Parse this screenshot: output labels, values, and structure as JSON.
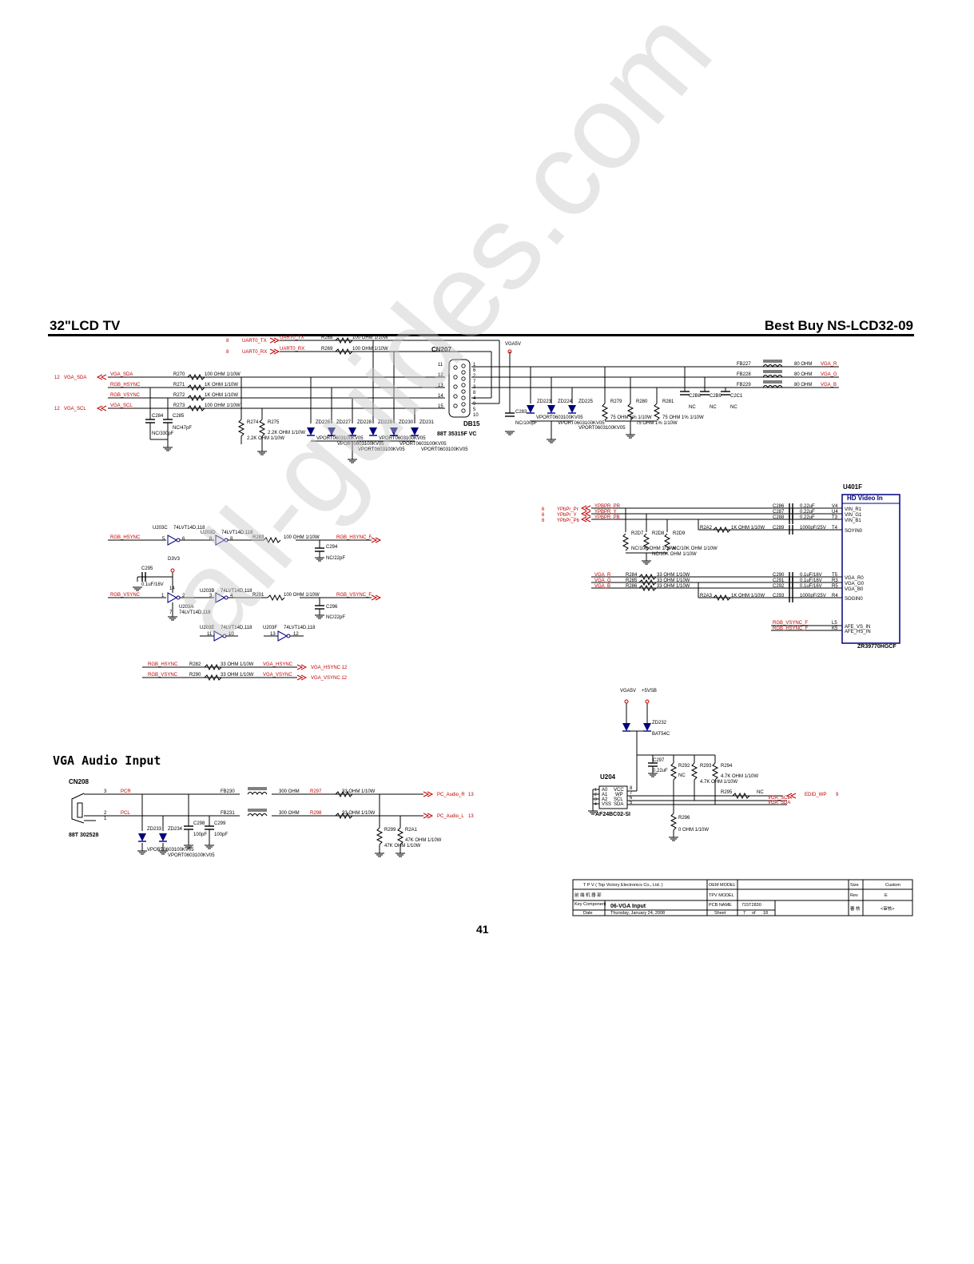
{
  "header": {
    "left_title": "32\"LCD TV",
    "right_title": "Best Buy NS-LCD32-09"
  },
  "sections": {
    "vga_audio": "VGA Audio Input"
  },
  "page_number": "41",
  "watermark": "all-guides.com",
  "colors": {
    "wire": "#000000",
    "net_label": "#c00000",
    "sheet_ref": "#c00000"
  },
  "top_block": {
    "uart_tx": {
      "ref": "8",
      "net": "UART0_TX",
      "res": "R268",
      "val": "100 OHM 1/10W"
    },
    "uart_rx": {
      "ref": "8",
      "net": "UART0_RX",
      "res": "R269",
      "val": "100 OHM 1/10W"
    },
    "vga5v": "VGA5V",
    "connector": "CN207",
    "connector_part": "DB15",
    "connector_code": "88T 35315F VC",
    "pins_left": [
      "11",
      "12",
      "13",
      "14",
      "15"
    ],
    "pins_right": [
      "1",
      "6",
      "2",
      "7",
      "3",
      "8",
      "4",
      "9",
      "5",
      "10"
    ],
    "inputs": [
      {
        "ref": "12",
        "net": "VGA_SDA",
        "res": "R270",
        "val": "100 OHM 1/10W",
        "label": "VGA_SDA"
      },
      {
        "ref": "",
        "net": "RGB_HSYNC",
        "res": "R271",
        "val": "1K OHM 1/10W",
        "label": "RGB_HSYNC"
      },
      {
        "ref": "",
        "net": "RGB_VSYNC",
        "res": "R272",
        "val": "1K OHM 1/10W",
        "label": "RGB_VSYNC"
      },
      {
        "ref": "12",
        "net": "VGA_SCL",
        "res": "R273",
        "val": "100 OHM 1/10W",
        "label": "VGA_SCL"
      }
    ],
    "caps_left": [
      {
        "ref": "C284",
        "val": "NC/330pF"
      },
      {
        "ref": "C285",
        "val": "NC/47pF"
      }
    ],
    "r274": {
      "ref": "R274",
      "val": "2.2K OHM 1/10W"
    },
    "r275": {
      "ref": "R275",
      "val": "2.2K OHM 1/10W"
    },
    "zeners": [
      "ZD226",
      "ZD227",
      "ZD228",
      "ZD229",
      "ZD230",
      "ZD231"
    ],
    "zener_part": "VPORT0603100KV05",
    "right_zeners": [
      "ZD223",
      "ZD224",
      "ZD225"
    ],
    "c283": {
      "ref": "C283",
      "val": "NC/100pF"
    },
    "term_res": [
      {
        "ref": "R279",
        "val": "75 OHM 1% 1/10W"
      },
      {
        "ref": "R280",
        "val": "75 OHM 1% 1/10W"
      },
      {
        "ref": "R281",
        "val": "75 OHM 1% 1/10W"
      }
    ],
    "nc_caps": [
      {
        "ref": "C2B8",
        "val": "NC"
      },
      {
        "ref": "C2B9",
        "val": "NC"
      },
      {
        "ref": "C2C1",
        "val": "NC"
      }
    ],
    "ferrites": [
      {
        "ref": "FB227",
        "val": "80 OHM",
        "net": "VGA_R"
      },
      {
        "ref": "FB228",
        "val": "80 OHM",
        "net": "VGA_G"
      },
      {
        "ref": "FB229",
        "val": "80 OHM",
        "net": "VGA_B"
      }
    ]
  },
  "buffers": {
    "u203c": {
      "ref": "U203C",
      "part": "74LVT14D,118",
      "pin_in": "5",
      "pin_out": "6",
      "input_net": "RGB_HSYNC"
    },
    "u203d": {
      "ref": "U203D",
      "part": "74LVT14D,118",
      "pin_in": "9",
      "pin_out": "8"
    },
    "r283": {
      "ref": "R283",
      "val": "100 OHM 1/10W",
      "output_net": "RGB_HSYNC_F"
    },
    "c294": {
      "ref": "C294",
      "val": "NC/22pF"
    },
    "d3v3": "D3V3",
    "c295": {
      "ref": "C295",
      "val": "0.1uF/16V"
    },
    "u203a": {
      "ref": "U203A",
      "part": "74LVT14D,118",
      "pin_in": "1",
      "pin_out": "2",
      "vcc_pin": "14",
      "gnd_pin": "7",
      "input_net": "RGB_VSYNC"
    },
    "u203b": {
      "ref": "U203B",
      "part": "74LVT14D,118",
      "pin_in": "3",
      "pin_out": "4"
    },
    "r291": {
      "ref": "R291",
      "val": "100 OHM 1/10W",
      "output_net": "RGB_VSYNC_F"
    },
    "c296": {
      "ref": "C296",
      "val": "NC/22pF"
    },
    "u203e": {
      "ref": "U203E",
      "part": "74LVT14D,118",
      "pin_in": "11",
      "pin_out": "10"
    },
    "u203f": {
      "ref": "U203F",
      "part": "74LVT14D,118",
      "pin_in": "13",
      "pin_out": "12"
    },
    "sync_out": [
      {
        "in_net": "RGB_HSYNC",
        "res": "R282",
        "val": "33 OHM 1/10W",
        "out_net": "VGA_HSYNC",
        "ref": "VGA_HSYNC 12"
      },
      {
        "in_net": "RGB_VSYNC",
        "res": "R290",
        "val": "33 OHM 1/10W",
        "out_net": "VGA_VSYNC",
        "ref": "VGA_VSYNC 12"
      }
    ]
  },
  "hd_video": {
    "chip": "U401F",
    "chip_title": "HD Video In",
    "chip_part": "ZR39770HGCF",
    "ypbpr_inputs": [
      {
        "ref": "6",
        "in_net": "YPbPr_Pr",
        "net": "YPBPR_PR",
        "cap": "C286",
        "cval": "0.22uF",
        "pin": "V4",
        "pname": "VIN_R1"
      },
      {
        "ref": "6",
        "in_net": "YPbPr_Y",
        "net": "YPBPR_Y",
        "cap": "C287",
        "cval": "0.22uF",
        "pin": "U4",
        "pname": "VIN_G1"
      },
      {
        "ref": "6",
        "in_net": "YPbPr_Pb",
        "net": "YPBPR_PB",
        "cap": "C288",
        "cval": "0.22uF",
        "pin": "T3",
        "pname": "VIN_B1"
      }
    ],
    "r2a2": {
      "ref": "R2A2",
      "val": "1K OHM 1/10W",
      "cap": "C289",
      "cval": "1000pF/25V",
      "pin": "T4",
      "pname": "SOYIN0"
    },
    "pulldowns": [
      {
        "ref": "R2D7",
        "val": "NC/10K OHM 1/10W"
      },
      {
        "ref": "R2D8",
        "val": "NC/10K OHM 1/10W"
      },
      {
        "ref": "R2D9",
        "val": "NC/10K OHM 1/10W"
      }
    ],
    "vga_inputs": [
      {
        "net": "VGA_R",
        "res": "R284",
        "val": "33 OHM 1/10W",
        "cap": "C290",
        "cval": "0.1uF/16V",
        "pin": "T5",
        "pname": "VGA_R0"
      },
      {
        "net": "VGA_G",
        "res": "R285",
        "val": "33 OHM 1/10W",
        "cap": "C291",
        "cval": "0.1uF/16V",
        "pin": "R3",
        "pname": "VGA_G0"
      },
      {
        "net": "VGA_B",
        "res": "R286",
        "val": "33 OHM 1/10W",
        "cap": "C292",
        "cval": "0.1uF/16V",
        "pin": "R5",
        "pname": "VGA_B0"
      }
    ],
    "r2a3": {
      "ref": "R2A3",
      "val": "1K OHM 1/10W",
      "cap": "C293",
      "cval": "1000pF/25V",
      "pin": "R4",
      "pname": "SOGIN0"
    },
    "sync_inputs": [
      {
        "net": "RGB_VSYNC_F",
        "pin": "L5",
        "pname": "AFE_VS_IN"
      },
      {
        "net": "RGB_HSYNC_F",
        "pin": "K5",
        "pname": "AFE_HS_IN"
      }
    ]
  },
  "eeprom": {
    "vga5v": "VGA5V",
    "vsb": "+5VSB",
    "zd232": {
      "ref": "ZD232",
      "part": "BAT54C"
    },
    "c297": {
      "ref": "C297",
      "val": "0.22uF"
    },
    "r292": {
      "ref": "R292",
      "val": "NC"
    },
    "r293": {
      "ref": "R293",
      "val": "4.7K OHM 1/10W"
    },
    "r294": {
      "ref": "R294",
      "val": "4.7K OHM 1/10W"
    },
    "r295": {
      "ref": "R295",
      "val": "NC",
      "net": "EDID_WP",
      "ref_sheet": "9"
    },
    "r296": {
      "ref": "R296",
      "val": "0 OHM 1/10W"
    },
    "chip": "U204",
    "chip_part": "AF24BC02-SI",
    "pins_left": [
      "1",
      "2",
      "3",
      "4"
    ],
    "pins_right": [
      "8",
      "7",
      "6",
      "5"
    ],
    "pin_names": [
      "A0",
      "VCC",
      "A1",
      "WP",
      "A2",
      "SCL",
      "VSS",
      "SDA"
    ],
    "scl_net": "VGA_SCL",
    "sda_net": "VGA_SDA"
  },
  "audio": {
    "connector": "CN208",
    "connector_code": "88T 302528",
    "pins": [
      "3",
      "2",
      "1"
    ],
    "right": {
      "net": "PCR",
      "fb": "FB230",
      "fval": "300 OHM",
      "res": "R297",
      "val": "33 OHM 1/10W",
      "out": "PC_Audio_R",
      "ref": "13"
    },
    "left": {
      "net": "PCL",
      "fb": "FB231",
      "fval": "300 OHM",
      "res": "R298",
      "val": "33 OHM 1/10W",
      "out": "PC_Audio_L",
      "ref": "13"
    },
    "zd233": "ZD233",
    "zd234": "ZD234",
    "zener_part": "VPORT0603100KV05",
    "c298": {
      "ref": "C298",
      "val": "100pF"
    },
    "c299": {
      "ref": "C299",
      "val": "100pF"
    },
    "r299": {
      "ref": "R299",
      "val": "47K OHM 1/10W"
    },
    "r2a1": {
      "ref": "R2A1",
      "val": "47K OHM 1/10W"
    }
  },
  "title_block": {
    "company": "T P V  ( Top  Victory  Electronics  Co.,  Ltd. )",
    "oem_model": "OEM MODEL",
    "tpv_model": "TPV MODEL",
    "pcb_name": "PCB NAME",
    "pcb_value": "715T2830",
    "size": "Size",
    "size_value": "Custom",
    "rev": "Rev",
    "rev_value": "E",
    "key_component": "Key Component",
    "title_value": "06-VGA Input",
    "date_label": "Date",
    "date_value": "Thursday, January 24, 2008",
    "sheet_label": "Sheet",
    "sheet_value": "7",
    "of": "of",
    "sheet_total": "18",
    "cn_label": "前 端 机 器 部",
    "approve": "審 核",
    "placeholder": "<审核>"
  }
}
